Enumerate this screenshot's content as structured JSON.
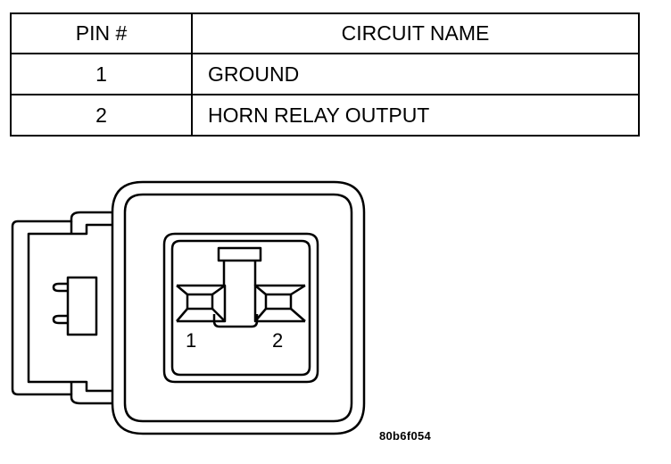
{
  "table": {
    "header": {
      "pin": "PIN #",
      "circuit": "CIRCUIT NAME"
    },
    "rows": [
      {
        "pin": "1",
        "circuit": "GROUND"
      },
      {
        "pin": "2",
        "circuit": "HORN RELAY OUTPUT"
      }
    ]
  },
  "connector": {
    "pin_labels": [
      "1",
      "2"
    ]
  },
  "figure_code": "80b6f054"
}
